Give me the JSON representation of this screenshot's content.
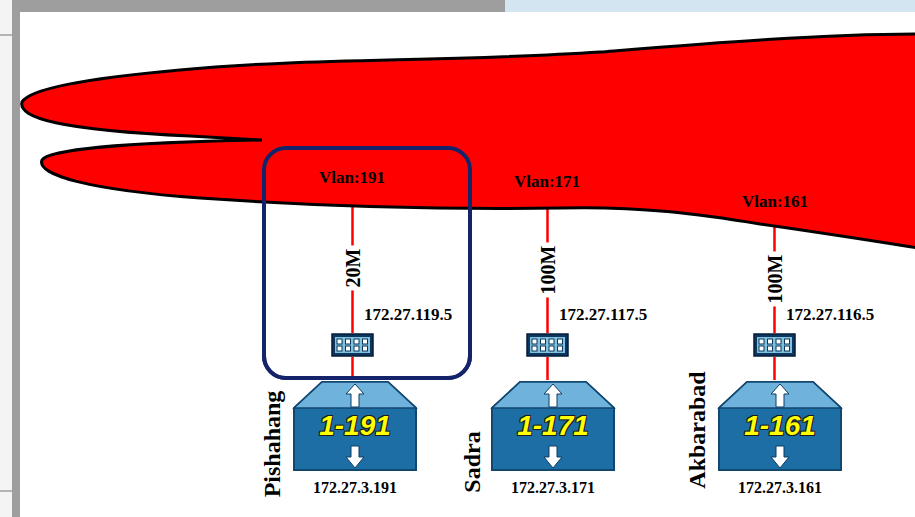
{
  "diagram": {
    "nodes": [
      {
        "text": [
          "Vlan:191",
          "Vlan:171",
          "Vlan:161"
        ]
      },
      {
        "text": [
          "172.27.119.5"
        ]
      },
      {
        "text": [
          "172.27.117.5"
        ]
      },
      {
        "text": [
          "172.27.116.5"
        ]
      },
      {
        "text": [
          "1-191",
          "172.27.3.191",
          "Pishahang"
        ]
      },
      {
        "text": [
          "1-171",
          "172.27.3.171",
          "Sadra"
        ]
      },
      {
        "text": [
          "1-161",
          "172.27.3.161",
          "Akbarabad"
        ]
      }
    ],
    "edges": [
      {
        "from": 0,
        "to": 1,
        "label": "20M",
        "arrow": "none"
      },
      {
        "from": 0,
        "to": 2,
        "label": "100M",
        "arrow": "none"
      },
      {
        "from": 0,
        "to": 3,
        "label": "100M",
        "arrow": "none"
      },
      {
        "from": 1,
        "to": 4,
        "arrow": "none"
      },
      {
        "from": 2,
        "to": 5,
        "arrow": "none"
      },
      {
        "from": 3,
        "to": 6,
        "arrow": "none"
      }
    ]
  }
}
